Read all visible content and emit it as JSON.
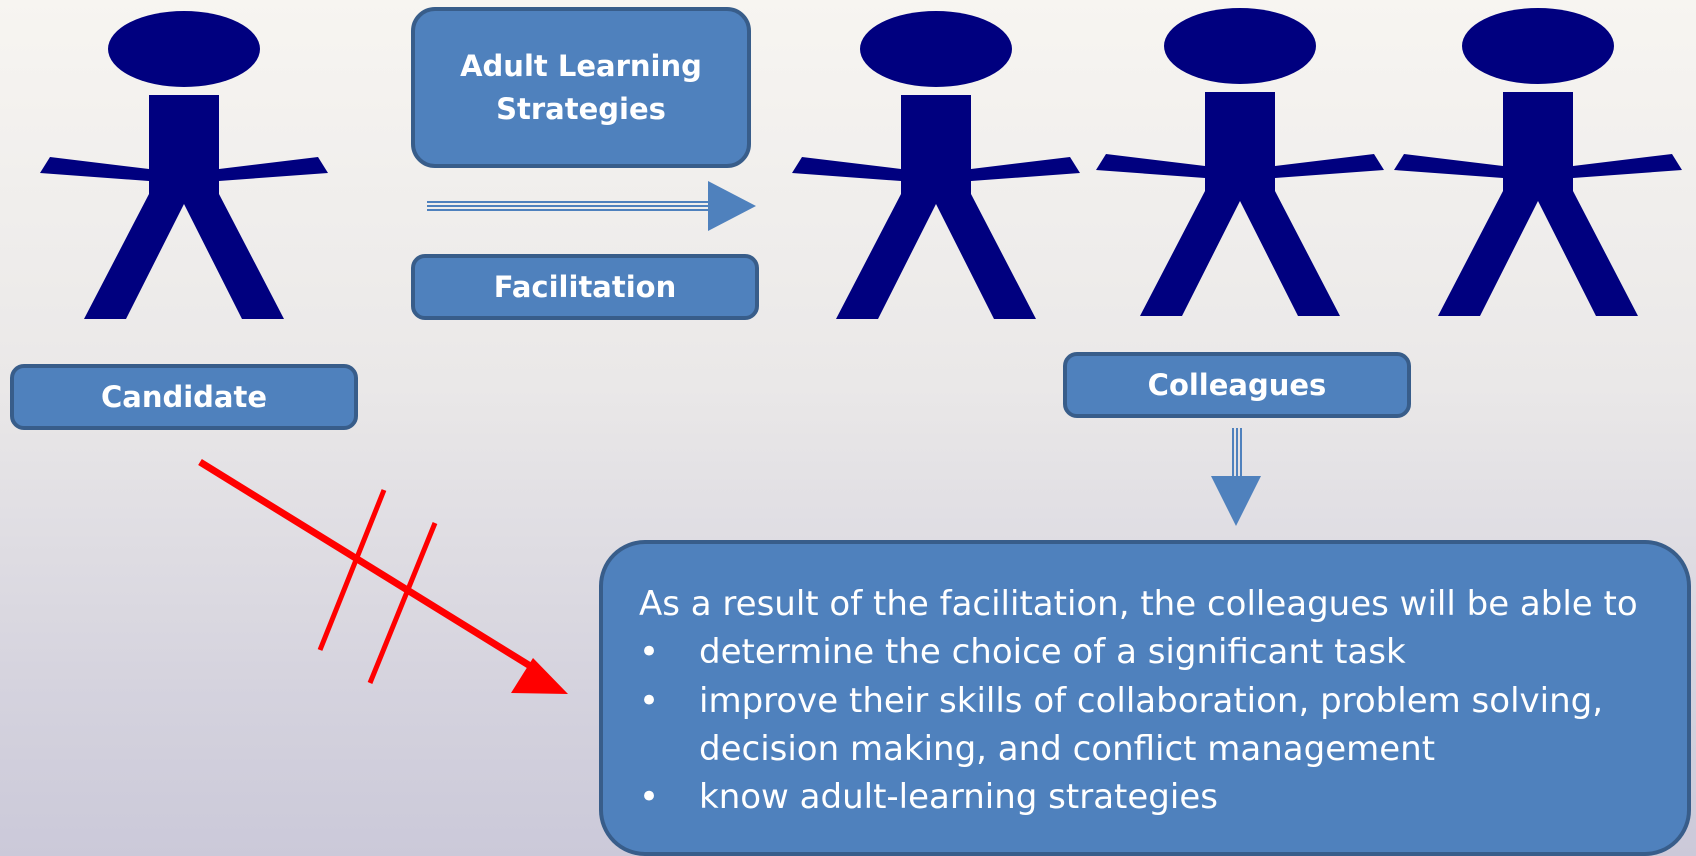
{
  "boxes": {
    "strategies": "Adult Learning Strategies",
    "facilitation": "Facilitation",
    "candidate": "Candidate",
    "colleagues": "Colleagues"
  },
  "outcome": {
    "intro": "As a result of the facilitation, the colleagues will be able to",
    "bullet_glyph": "•",
    "items": [
      "determine the choice of a significant task",
      "improve their skills of collaboration, problem solving, decision making, and conflict management",
      "know adult-learning strategies"
    ]
  },
  "colors": {
    "figure": "#00007f",
    "box_fill": "#4f81bd",
    "box_border": "#385d8a",
    "blocked_arrow": "#ff0000"
  }
}
